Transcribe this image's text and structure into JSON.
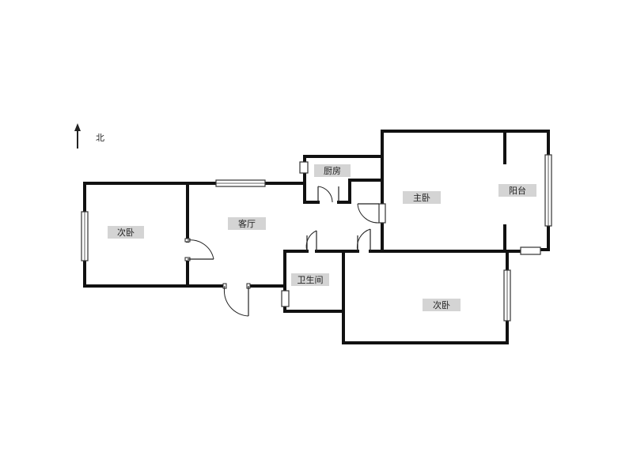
{
  "compass": {
    "north_label": "北"
  },
  "rooms": {
    "bedroom_west": "次卧",
    "living_room": "客厅",
    "kitchen": "厨房",
    "bathroom": "卫生间",
    "master_bedroom": "主卧",
    "balcony": "阳台",
    "bedroom_south": "次卧"
  }
}
